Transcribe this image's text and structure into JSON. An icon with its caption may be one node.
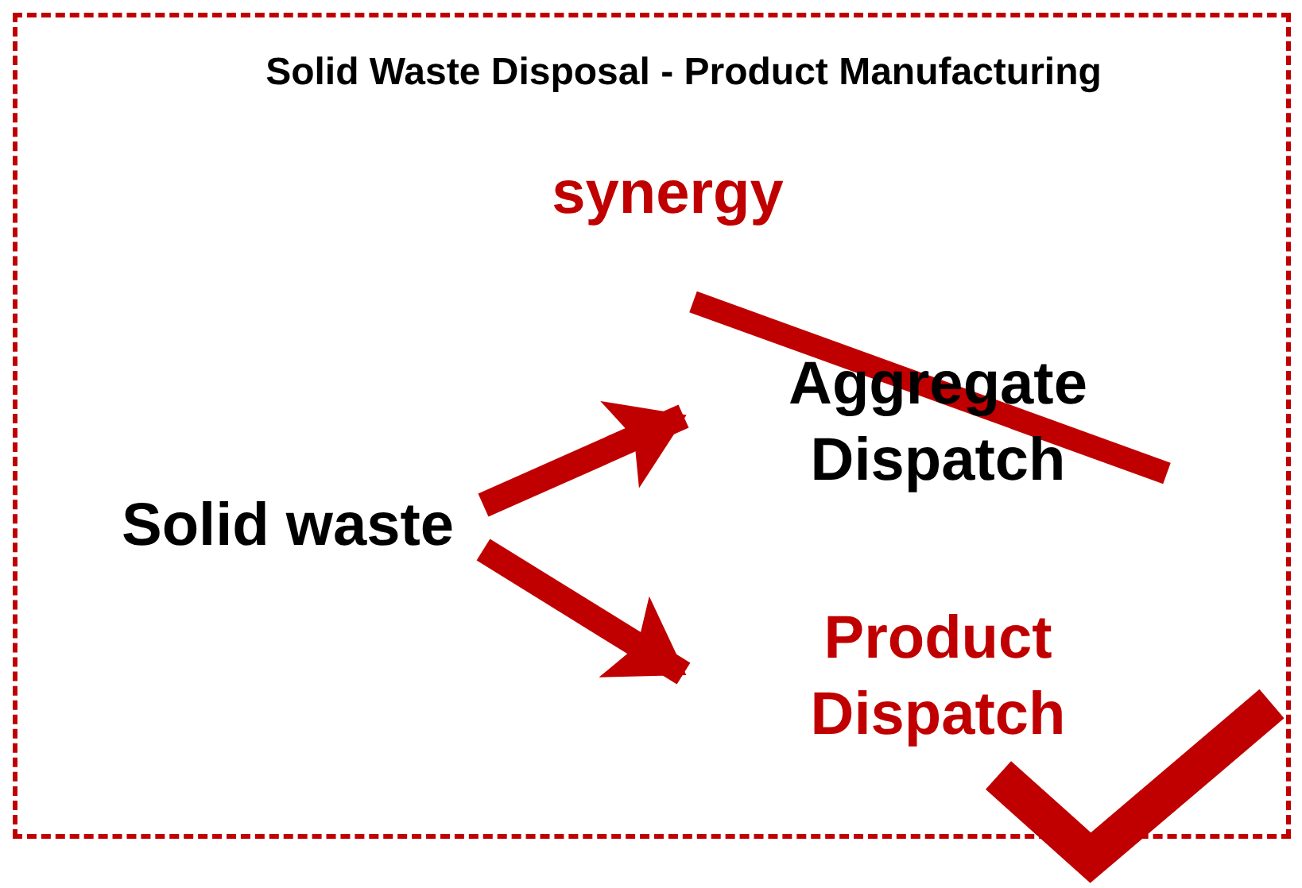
{
  "diagram": {
    "title": "Solid Waste Disposal - Product Manufacturing",
    "nodes": [
      {
        "text": [
          "Solid waste"
        ]
      },
      {
        "text": [
          "Aggregate Dispatch"
        ]
      },
      {
        "text": [
          "Product Dispatch"
        ]
      }
    ],
    "edges": [
      {
        "from": 0,
        "to": 1,
        "arrow": "to"
      },
      {
        "from": 0,
        "to": 2,
        "arrow": "to"
      }
    ],
    "labels": [
      "synergy"
    ]
  }
}
